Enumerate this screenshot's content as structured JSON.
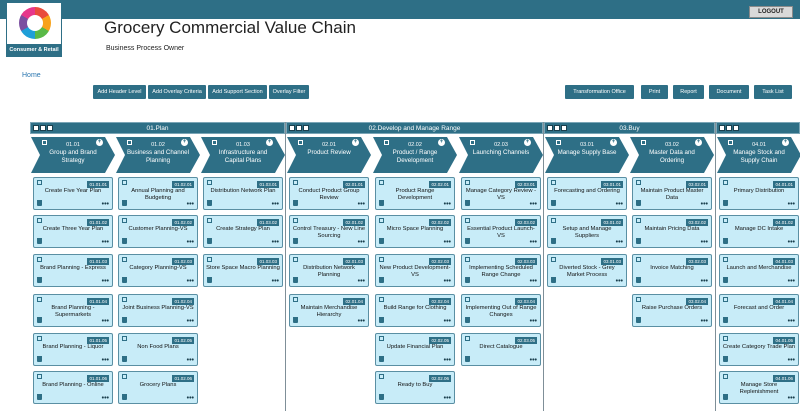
{
  "header": {
    "logout_label": "LOGOUT",
    "logo_text": "Consumer & Retail",
    "app_title": "Grocery Commercial Value Chain",
    "subtitle": "Business Process Owner",
    "home_link": "Home"
  },
  "toolbar": {
    "add_header_level": "Add Header Level",
    "add_overlay_criteria": "Add Overlay Criteria",
    "add_support_section": "Add Support Section",
    "overlay_filter": "Overlay Filter",
    "transformation_office": "Transformation Office",
    "print": "Print",
    "report": "Report",
    "document": "Document",
    "task_list": "Task List"
  },
  "sections": [
    {
      "title": "01.Plan"
    },
    {
      "title": "02.Develop and Manage Range"
    },
    {
      "title": "03.Buy"
    },
    {
      "title": ""
    }
  ],
  "processes": [
    {
      "id": "01.01",
      "name": "Group and Brand Strategy",
      "activities": [
        {
          "id": "01.01.01",
          "name": "Create Five Year Plan"
        },
        {
          "id": "01.01.02",
          "name": "Create Three Year Plan"
        },
        {
          "id": "01.01.03",
          "name": "Brand Planning - Express"
        },
        {
          "id": "01.01.04",
          "name": "Brand Planning - Supermarkets"
        },
        {
          "id": "01.01.05",
          "name": "Brand Planning - Liquor"
        },
        {
          "id": "01.01.06",
          "name": "Brand Planning - Online"
        }
      ]
    },
    {
      "id": "01.02",
      "name": "Business and Channel Planning",
      "activities": [
        {
          "id": "01.02.01",
          "name": "Annual Planning and Budgeting"
        },
        {
          "id": "01.02.02",
          "name": "Customer Planning-VS"
        },
        {
          "id": "01.02.03",
          "name": "Category Planning-VS"
        },
        {
          "id": "01.02.04",
          "name": "Joint Business Planning-VS"
        },
        {
          "id": "01.02.05",
          "name": "Non Food Plans"
        },
        {
          "id": "01.02.06",
          "name": "Grocery Plans"
        }
      ]
    },
    {
      "id": "01.03",
      "name": "Infrastructure and Capital Plans",
      "activities": [
        {
          "id": "01.03.01",
          "name": "Distribution Network Plan"
        },
        {
          "id": "01.03.02",
          "name": "Create Strategy Plan"
        },
        {
          "id": "01.03.03",
          "name": "Store Space Macro Planning"
        }
      ]
    },
    {
      "id": "02.01",
      "name": "Product Review",
      "activities": [
        {
          "id": "02.01.01",
          "name": "Conduct Product Group Review"
        },
        {
          "id": "02.01.02",
          "name": "Control Treasury - New Line Sourcing"
        },
        {
          "id": "02.01.03",
          "name": "Distribution Network Planning"
        },
        {
          "id": "02.01.04",
          "name": "Maintain Merchandise Hierarchy"
        }
      ]
    },
    {
      "id": "02.02",
      "name": "Product / Range Development",
      "activities": [
        {
          "id": "02.02.01",
          "name": "Product Range Development"
        },
        {
          "id": "02.02.02",
          "name": "Micro Space Planning"
        },
        {
          "id": "02.02.03",
          "name": "New Product Development-VS"
        },
        {
          "id": "02.02.04",
          "name": "Build Range for Clothing"
        },
        {
          "id": "02.02.05",
          "name": "Update Financial Plan"
        },
        {
          "id": "02.02.06",
          "name": "Ready to Buy"
        }
      ]
    },
    {
      "id": "02.03",
      "name": "Launching Channels",
      "activities": [
        {
          "id": "02.03.01",
          "name": "Manage Category Review -VS"
        },
        {
          "id": "02.03.02",
          "name": "Essential Product Launch-VS"
        },
        {
          "id": "02.03.03",
          "name": "Implementing Scheduled Range Change"
        },
        {
          "id": "02.03.04",
          "name": "Implementing Out of Range Changes"
        },
        {
          "id": "02.03.05",
          "name": "Direct Catalogue"
        }
      ]
    },
    {
      "id": "03.01",
      "name": "Manage Supply Base",
      "activities": [
        {
          "id": "03.01.01",
          "name": "Forecasting and Ordering"
        },
        {
          "id": "03.01.02",
          "name": "Setup and Manage Suppliers"
        },
        {
          "id": "03.01.03",
          "name": "Diverted Stock - Grey Market Process"
        }
      ]
    },
    {
      "id": "03.02",
      "name": "Master Data and Ordering",
      "activities": [
        {
          "id": "03.02.01",
          "name": "Maintain Product Master Data"
        },
        {
          "id": "03.02.02",
          "name": "Maintain Pricing Data"
        },
        {
          "id": "03.02.03",
          "name": "Invoice Matching"
        },
        {
          "id": "03.02.04",
          "name": "Raise Purchase Orders"
        }
      ]
    },
    {
      "id": "04.01",
      "name": "Manage Stock and Supply Chain",
      "activities": [
        {
          "id": "04.01.01",
          "name": "Primary Distribution"
        },
        {
          "id": "04.01.02",
          "name": "Manage DC Intake"
        },
        {
          "id": "04.01.03",
          "name": "Launch and Merchandise"
        },
        {
          "id": "04.01.04",
          "name": "Forecast and Order"
        },
        {
          "id": "04.01.05",
          "name": "Create Category Trade Plan"
        },
        {
          "id": "04.01.06",
          "name": "Manage Store Replenishment"
        }
      ]
    }
  ],
  "colors": {
    "accent": "#2e6f86",
    "card": "#c8ecf8"
  },
  "icons": {
    "edit": "edit-icon",
    "delete": "trash-icon",
    "add": "plus-icon",
    "more": "more-icon"
  }
}
